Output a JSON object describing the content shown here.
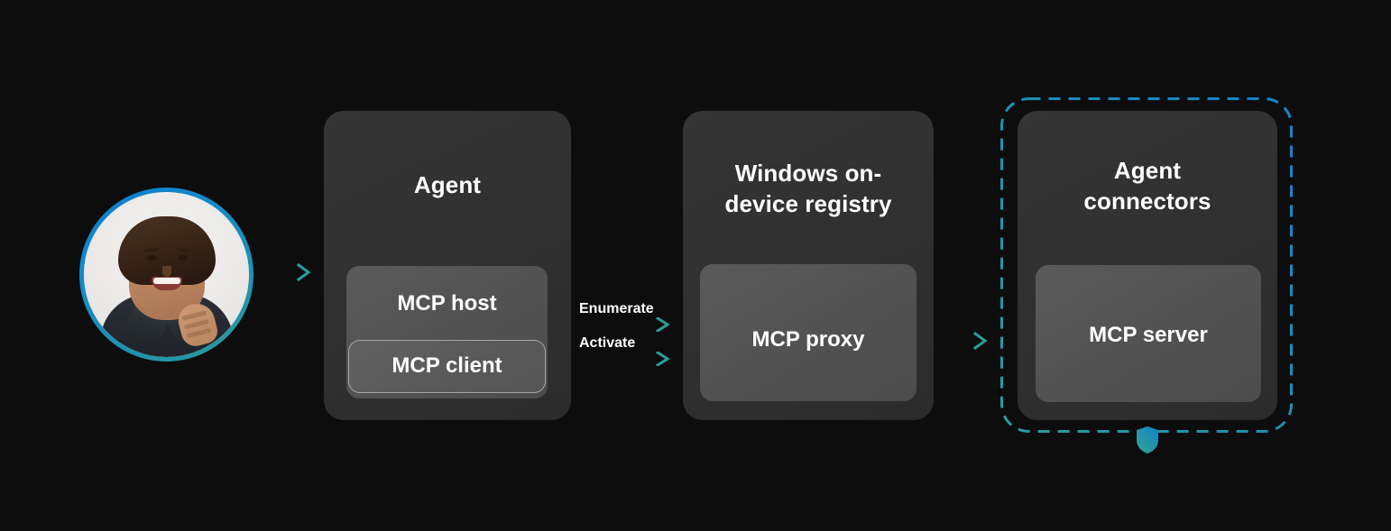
{
  "diagram": {
    "background_color": "#0d0d0d",
    "accent_blue": "#1183cc",
    "accent_teal": "#2a9d9a",
    "avatar": {
      "name": "user-avatar",
      "alt": "Smiling person in dark collared shirt",
      "ring_gradient_from": "#0f7bc4",
      "ring_gradient_to": "#2a9d9a"
    },
    "nodes": [
      {
        "id": "agent",
        "title": "Agent",
        "children": [
          {
            "id": "mcp-host",
            "label": "MCP host"
          },
          {
            "id": "mcp-client",
            "label": "MCP client"
          }
        ]
      },
      {
        "id": "registry",
        "title": "Windows on-device registry",
        "title_line1": "Windows on-",
        "title_line2": "device registry",
        "children": [
          {
            "id": "mcp-proxy",
            "label": "MCP proxy"
          }
        ]
      },
      {
        "id": "connectors",
        "title": "Agent connectors",
        "title_line1": "Agent",
        "title_line2": "connectors",
        "secured": true,
        "security_icon": "shield-icon",
        "children": [
          {
            "id": "mcp-server",
            "label": "MCP server"
          }
        ]
      }
    ],
    "edges": [
      {
        "id": "user-to-agent",
        "label": "",
        "from": "user-avatar",
        "to": "agent"
      },
      {
        "id": "enumerate",
        "label": "Enumerate",
        "from": "mcp-client",
        "to": "mcp-proxy"
      },
      {
        "id": "activate",
        "label": "Activate",
        "from": "mcp-client",
        "to": "mcp-proxy"
      },
      {
        "id": "proxy-to-server",
        "label": "",
        "from": "mcp-proxy",
        "to": "mcp-server"
      }
    ]
  }
}
